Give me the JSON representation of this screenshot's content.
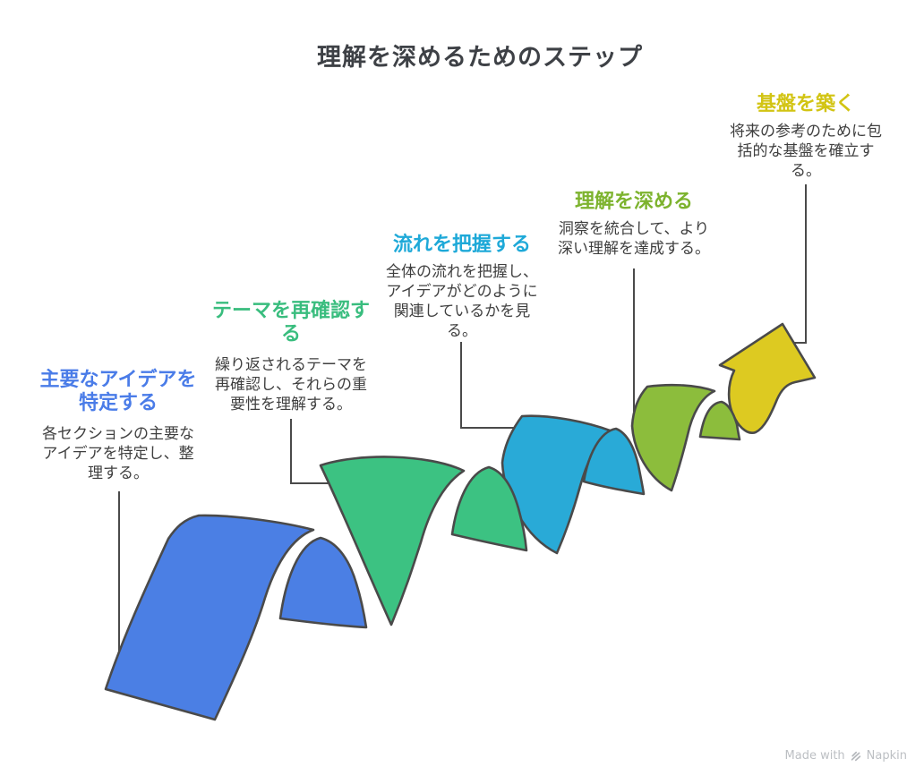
{
  "title": "理解を深めるためのステップ",
  "steps": [
    {
      "title": "主要なアイデアを特定する",
      "description": "各セクションの主要なアイデアを特定し、整理する。",
      "color": "#4a7ce8",
      "fill": "#4b7fe4"
    },
    {
      "title": "テーマを再確認する",
      "description": "繰り返されるテーマを再確認し、それらの重要性を理解する。",
      "color": "#39bd7e",
      "fill": "#3cc282"
    },
    {
      "title": "流れを把握する",
      "description": "全体の流れを把握し、アイデアがどのように関連しているかを見る。",
      "color": "#1ea9d8",
      "fill": "#29aad7"
    },
    {
      "title": "理解を深める",
      "description": "洞察を統合して、より深い理解を達成する。",
      "color": "#7db32e",
      "fill": "#8cbd3c"
    },
    {
      "title": "基盤を築く",
      "description": "将来の参考のために包括的な基盤を確立する。",
      "color": "#d2c413",
      "fill": "#ddca21"
    }
  ],
  "footer": {
    "made_with": "Made with",
    "brand": "Napkin"
  },
  "colors": {
    "outline": "#4a4a4a",
    "connector": "#4a4a4a",
    "title_text": "#3e4146",
    "desc_text": "#3f3f3f",
    "footer_text": "#bcbfc3"
  }
}
